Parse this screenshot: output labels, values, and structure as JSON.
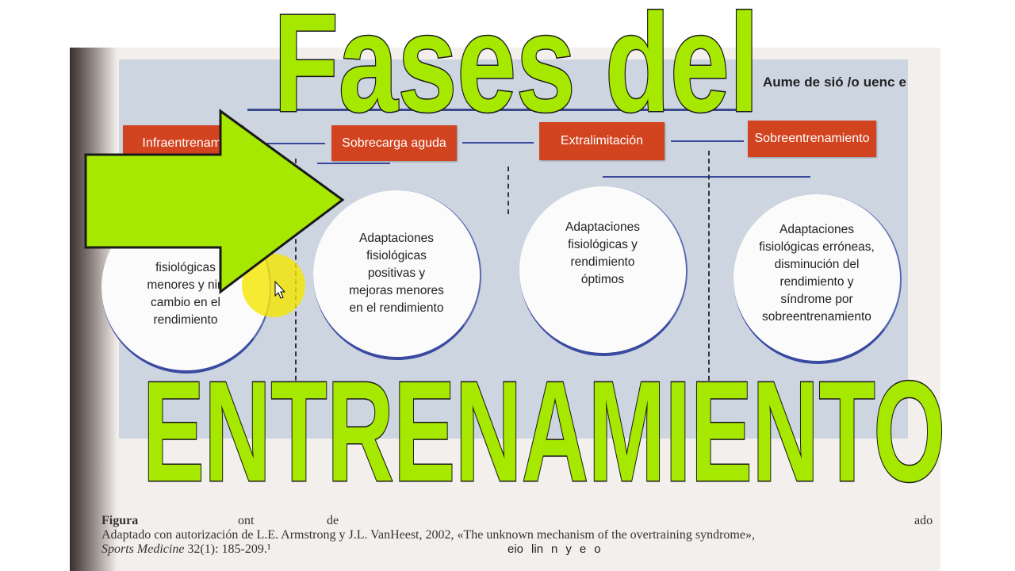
{
  "overlay": {
    "title_line1": "Fases del",
    "title_line2": "ENTRENAMIENTO",
    "text_color": "#a6e800",
    "arrow_icon": "right-arrow-icon"
  },
  "diagram": {
    "title_fragments": [
      "Aume",
      "de",
      "sió",
      "/o",
      "uenc",
      "e"
    ],
    "phases": [
      "Infraentrenami",
      "Sobrecarga aguda",
      "Extralimitación",
      "Sobreentrenamiento"
    ],
    "outcomes": [
      [
        "fisiológicas",
        "menores y nin",
        "cambio en el",
        "rendimiento"
      ],
      [
        "Adaptaciones",
        "fisiológicas",
        "positivas y",
        "mejoras menores",
        "en el rendimiento"
      ],
      [
        "Adaptaciones",
        "fisiológicas y",
        "rendimiento",
        "óptimos"
      ],
      [
        "Adaptaciones",
        "fisiológicas erróneas,",
        "disminución del",
        "rendimiento y",
        "síndrome por",
        "sobreentrenamiento"
      ]
    ],
    "bottom_fragments": [
      "eio",
      "lin",
      "n",
      "y",
      "e",
      "o"
    ],
    "box_color": "#d2431f",
    "panel_color": "#cdd5e1"
  },
  "caption": {
    "line1_fragments": [
      "Figura",
      "ont",
      "de",
      "ado"
    ],
    "line2": "Adaptado con autorización de L.E. Armstrong y J.L. VanHeest, 2002, «The unknown mechanism of the overtraining syndrome»,",
    "line3_journal": "Sports Medicine",
    "line3_ref": " 32(1): 185-209.¹"
  }
}
